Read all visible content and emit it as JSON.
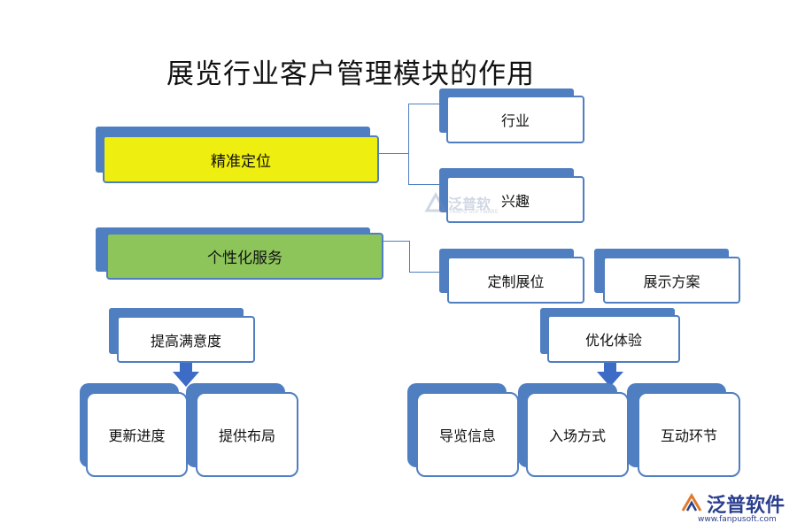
{
  "title": "展览行业客户管理模块的作用",
  "nodes": {
    "precise_positioning": "精准定位",
    "industry": "行业",
    "interest": "兴趣",
    "personalized_service": "个性化服务",
    "custom_booth": "定制展位",
    "display_plan": "展示方案",
    "improve_satisfaction": "提高满意度",
    "update_progress": "更新进度",
    "provide_layout": "提供布局",
    "optimize_experience": "优化体验",
    "guide_info": "导览信息",
    "entry_method": "入场方式",
    "interaction": "互动环节"
  },
  "watermark": {
    "text": "泛普软",
    "sub": "FANPU SOFTWARE"
  },
  "logo": {
    "text": "泛普软件",
    "url": "www.fanpusoft.com"
  },
  "colors": {
    "border": "#4f7ec1",
    "yellow": "#eeee10",
    "green": "#8dc55a",
    "arrow": "#3d6cc6"
  }
}
